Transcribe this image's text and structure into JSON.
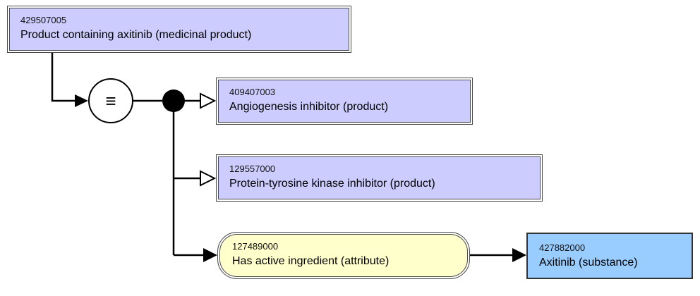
{
  "diagram": {
    "root": {
      "id": "429507005",
      "label": "Product containing axitinib (medicinal product)"
    },
    "definition_status_symbol": "≡",
    "parents": [
      {
        "id": "409407003",
        "label": "Angiogenesis inhibitor (product)"
      },
      {
        "id": "129557000",
        "label": "Protein-tyrosine kinase inhibitor (product)"
      }
    ],
    "attribute": {
      "id": "127489000",
      "label": "Has active ingredient (attribute)"
    },
    "value": {
      "id": "427882000",
      "label": "Axitinib (substance)"
    },
    "colors": {
      "concept_fill": "#ccccff",
      "attribute_fill": "#ffffcc",
      "value_fill": "#99ccff",
      "line": "#000000"
    }
  }
}
